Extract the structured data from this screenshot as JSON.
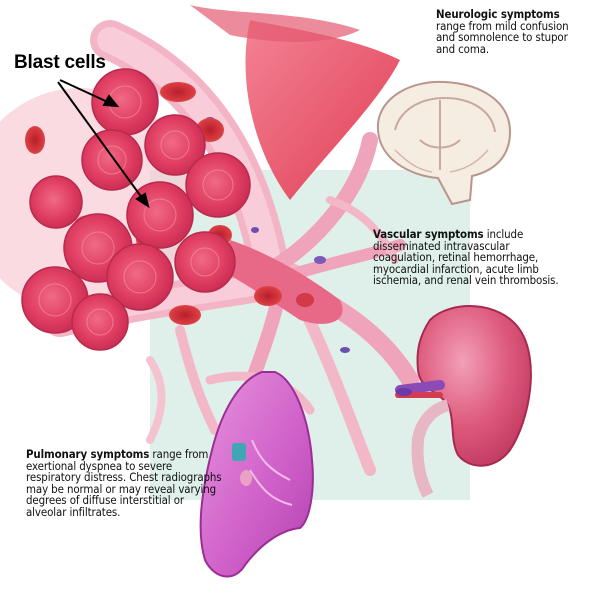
{
  "labels": {
    "blast_cells": "Blast cells"
  },
  "callouts": {
    "neurologic": {
      "heading": "Neurologic symptoms",
      "body": "range from mild confusion and somnolence to stupor and coma."
    },
    "vascular": {
      "heading": "Vascular symptoms",
      "body": "include disseminated intravascular coagulation, retinal hemorrhage, myocardial infarction, acute limb ischemia, and renal vein thrombosis."
    },
    "pulmonary": {
      "heading": "Pulmonary symptoms",
      "body": "range from exertional dyspnea to severe respiratory distress. Chest radiographs may be normal or may reveal varying degrees of diffuse interstitial or alveolar infiltrates."
    }
  },
  "colors": {
    "background_panel": "#dff0ea",
    "vessel_wall": "#f2a6bd",
    "blast_cell": "#e8405f",
    "red_cell": "#d42a33",
    "brain": "#f4ece4",
    "kidney": "#d84a6e",
    "lung": "#cc58c4"
  }
}
